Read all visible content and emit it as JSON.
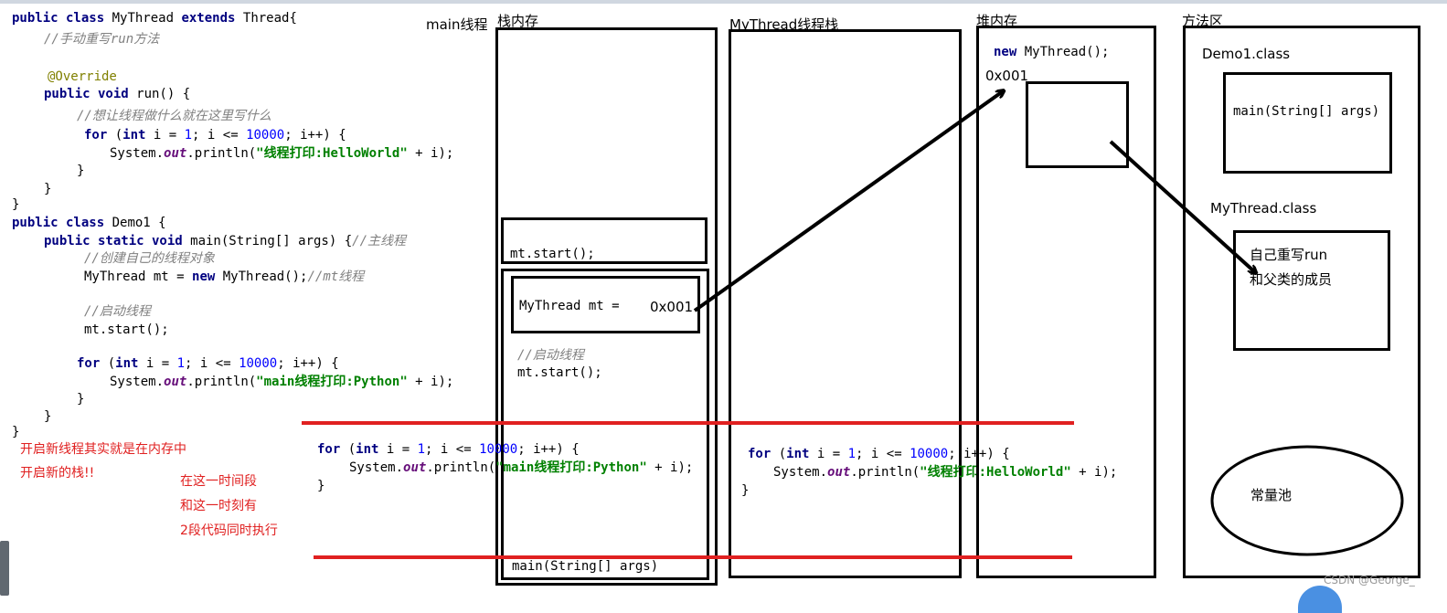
{
  "code": {
    "l1": [
      "public class",
      " MyThread ",
      "extends",
      " Thread{"
    ],
    "l2": "//手动重写run方法",
    "l3": "@Override",
    "l4": [
      "public void",
      " run() {"
    ],
    "l5": "//想让线程做什么就在这里写什么",
    "l6": [
      "for",
      " (",
      "int",
      " i = ",
      "1",
      "; i <= ",
      "10000",
      "; i++) {"
    ],
    "l7": [
      "System.",
      "out",
      ".println(",
      "\"线程打印:HelloWorld\"",
      " + i);"
    ],
    "l8": "}",
    "l9": "}",
    "l10": "}",
    "l11": [
      "public class",
      " Demo1 {"
    ],
    "l12": [
      "public static void",
      " main(String[] args) {",
      "//主线程"
    ],
    "l13": "//创建自己的线程对象",
    "l14": [
      "MyThread mt = ",
      "new",
      " MyThread();",
      "//mt线程"
    ],
    "l15": "//启动线程",
    "l16": "mt.start();",
    "l17": [
      "for",
      " (",
      "int",
      " i = ",
      "1",
      "; i <= ",
      "10000",
      "; i++) {"
    ],
    "l18": [
      "System.",
      "out",
      ".println(",
      "\"main线程打印:Python\"",
      " + i);"
    ],
    "l19": "}",
    "l20": "}",
    "l21": "}"
  },
  "notes": {
    "n1": "开启新线程其实就是在内存中",
    "n2": "开启新的栈!!",
    "n3": "在这一时间段",
    "n4": "和这一时刻有",
    "n5": "2段代码同时执行"
  },
  "headers": {
    "main_thread": "main线程",
    "stack": "栈内存",
    "mythread_stack": "MyThread线程栈",
    "heap": "堆内存",
    "method_area": "方法区"
  },
  "stack": {
    "start_frame": "mt.start();",
    "mt_var": "MyThread mt =",
    "mt_addr": "0x001",
    "comment": "//启动线程",
    "start_call": "mt.start();",
    "bottom_frame": "main(String[] args)",
    "loop": [
      "for",
      " (",
      "int",
      " i = ",
      "1",
      "; i <= ",
      "10000",
      "; i++) {"
    ],
    "loop_body": [
      "System.",
      "out",
      ".println(",
      "\"main线程打印:Python\"",
      " + i);"
    ],
    "loop_end": "}"
  },
  "mythread_stack": {
    "loop": [
      "for",
      " (",
      "int",
      " i = ",
      "1",
      "; i <= ",
      "10000",
      "; i++) {"
    ],
    "loop_body": [
      "System.",
      "out",
      ".println(",
      "\"线程打印:HelloWorld\"",
      " + i);"
    ],
    "loop_end": "}"
  },
  "heap": {
    "new_expr": [
      "new",
      " MyThread();"
    ],
    "addr": "0x001"
  },
  "method_area": {
    "demo1_class": "Demo1.class",
    "demo1_main": "main(String[] args)",
    "mythread_class": "MyThread.class",
    "mythread_line1": "自己重写run",
    "mythread_line2": "和父类的成员",
    "constant_pool": "常量池"
  },
  "watermark": "CSDN @George_",
  "colors": {
    "red_line": "#e02020",
    "keyword": "#000080",
    "string": "#008000",
    "number": "#0000ff",
    "comment": "#808080"
  }
}
